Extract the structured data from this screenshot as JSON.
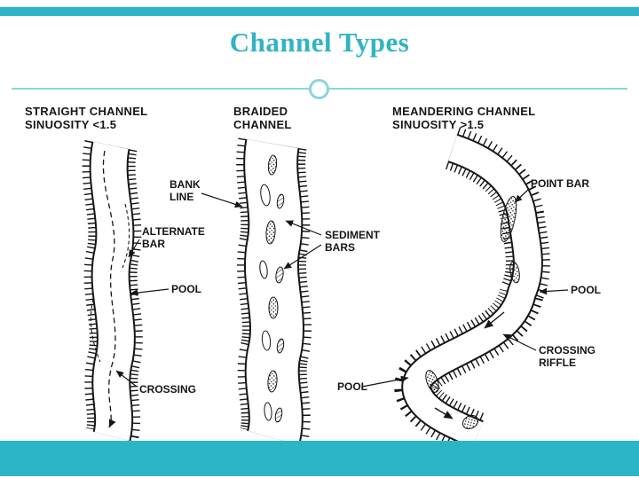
{
  "title": "Channel Types",
  "colors": {
    "accent": "#2fb4c5",
    "accent_light": "#8ad5de",
    "bar": "#2cb5c6",
    "ink": "#161616"
  },
  "headings": {
    "straight1": "STRAIGHT CHANNEL",
    "straight2": "SINUOSITY <1.5",
    "braided1": "BRAIDED",
    "braided2": "CHANNEL",
    "meandering1": "MEANDERING CHANNEL",
    "meandering2": "SINUOSITY >1.5"
  },
  "labels": {
    "bank_line1": "BANK",
    "bank_line2": "LINE",
    "alternate_bar1": "ALTERNATE",
    "alternate_bar2": "BAR",
    "pool_straight": "POOL",
    "crossing": "CROSSING",
    "sediment_bars1": "SEDIMENT",
    "sediment_bars2": "BARS",
    "point_bar": "POINT BAR",
    "pool_meander": "POOL",
    "crossing_riffle1": "CROSSING",
    "crossing_riffle2": "RIFFLE",
    "pool_bottom": "POOL"
  }
}
